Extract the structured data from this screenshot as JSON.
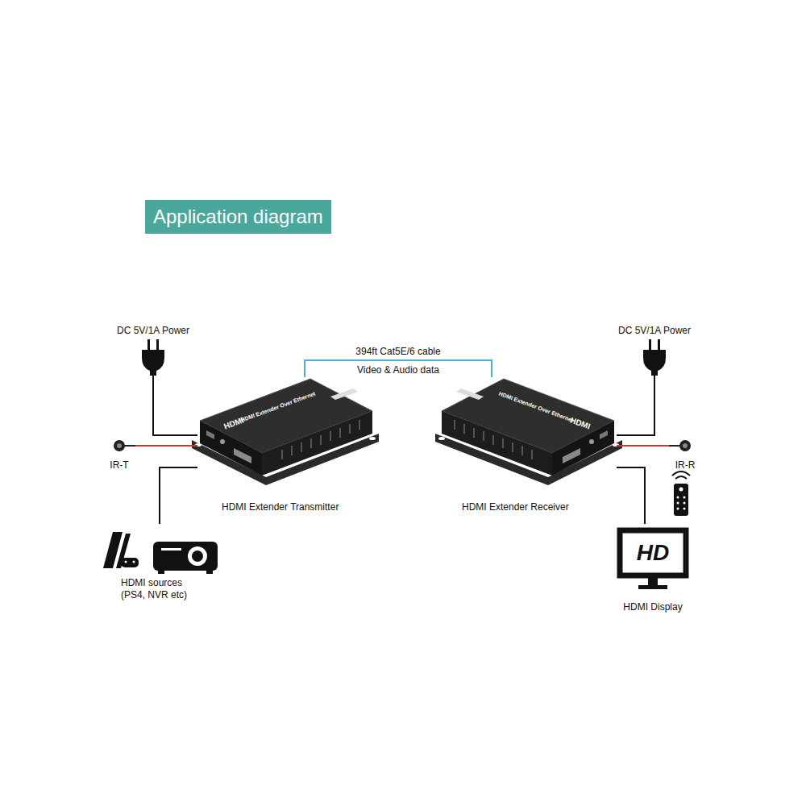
{
  "diagram": {
    "title": "Application diagram",
    "nodes": [
      {
        "text": [
          "DC 5V/1A Power"
        ]
      },
      {
        "text": [
          "HDMI Extender Transmitter"
        ]
      },
      {
        "text": [
          "DC 5V/1A Power"
        ]
      },
      {
        "text": [
          "HDMI Extender Receiver"
        ]
      },
      {
        "text": [
          "IR-T"
        ]
      },
      {
        "text": [
          "IR-R"
        ]
      },
      {
        "text": [
          "HDMI sources (PS4, NVR etc)"
        ]
      },
      {
        "text": [
          "HD",
          "HDMI Display"
        ]
      }
    ],
    "edges": [
      {
        "from": 0,
        "to": 1,
        "arrow": "none"
      },
      {
        "from": 1,
        "to": 3,
        "label": "394ft Cat5E/6 cable",
        "arrow": "none"
      },
      {
        "from": 2,
        "to": 3,
        "arrow": "none"
      },
      {
        "from": 4,
        "to": 1,
        "arrow": "none"
      },
      {
        "from": 5,
        "to": 3,
        "arrow": "none"
      },
      {
        "from": 6,
        "to": 1,
        "arrow": "none"
      },
      {
        "from": 3,
        "to": 7,
        "arrow": "none"
      }
    ],
    "labels": [
      "Video & Audio data",
      "HDMI",
      "HDMI Extender Over Ethernet",
      "HDMI",
      "HDMI Extender Over Ethernet"
    ]
  }
}
